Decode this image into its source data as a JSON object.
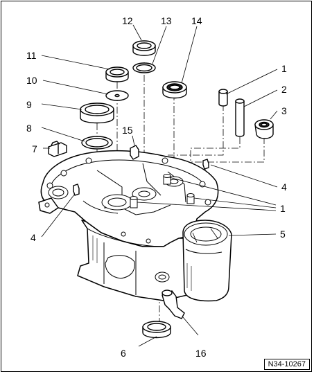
{
  "figure_code": "N34-10267",
  "callouts": {
    "c1a": "1",
    "c1b": "1",
    "c2": "2",
    "c3": "3",
    "c4a": "4",
    "c4b": "4",
    "c5": "5",
    "c6": "6",
    "c7": "7",
    "c8": "8",
    "c9": "9",
    "c10": "10",
    "c11": "11",
    "c12": "12",
    "c13": "13",
    "c14": "14",
    "c15": "15",
    "c16": "16"
  }
}
